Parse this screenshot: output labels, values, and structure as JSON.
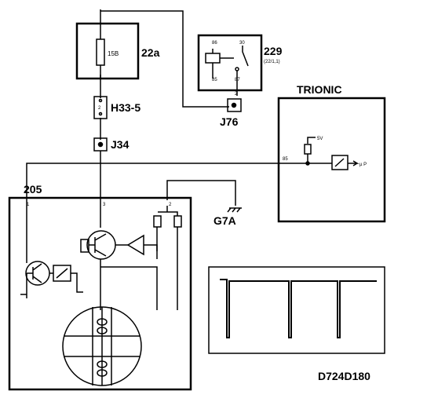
{
  "labels": {
    "fuse_box": "22a",
    "fuse_rating": "15B",
    "relay": "229",
    "relay_sub": "(22/1,1)",
    "relay_pin_86": "86",
    "relay_pin_30": "30",
    "relay_pin_85": "85",
    "relay_pin_87": "87",
    "relay_pin_2": "2",
    "connector_h33": "H33-5",
    "connector_h33_pin": "2",
    "connector_j76": "J76",
    "connector_j34": "J34",
    "trionic": "TRIONIC",
    "trionic_pin": "85",
    "trionic_5v": "5V",
    "trionic_mu": "µ P",
    "sensor_unit": "205",
    "sensor_pin_1": "1",
    "sensor_pin_3": "3",
    "sensor_pin_2": "2",
    "ground": "G7A",
    "diagram_code": "D724D180"
  }
}
